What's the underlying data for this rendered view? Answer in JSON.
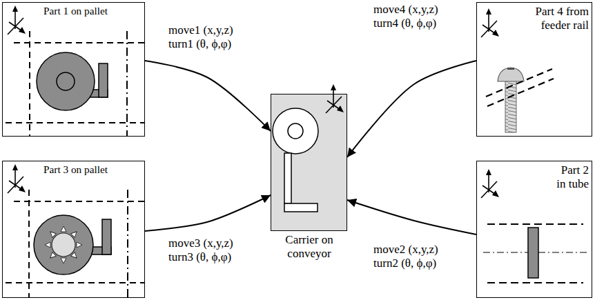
{
  "diagram": {
    "nodes": [
      {
        "text": [
          "Part 1 on pallet"
        ]
      },
      {
        "text": [
          "Part 4 from feeder rail"
        ]
      },
      {
        "text": [
          "Carrier on conveyor"
        ]
      },
      {
        "text": [
          "Part 3 on pallet"
        ]
      },
      {
        "text": [
          "Part 2 in tube"
        ]
      }
    ],
    "edges": [
      {
        "from": 0,
        "to": 2,
        "arrow": "to",
        "label": "move1 (x,y,z) turn1 (θ, ϕ,φ)"
      },
      {
        "from": 1,
        "to": 2,
        "arrow": "to",
        "label": "move4 (x,y,z) turn4 (θ, ϕ,φ)"
      },
      {
        "from": 3,
        "to": 2,
        "arrow": "to",
        "label": "move3 (x,y,z) turn3 (θ, ϕ,φ)"
      },
      {
        "from": 4,
        "to": 2,
        "arrow": "to",
        "label": "move2 (x,y,z) turn2 (θ, ϕ,φ)"
      }
    ]
  }
}
